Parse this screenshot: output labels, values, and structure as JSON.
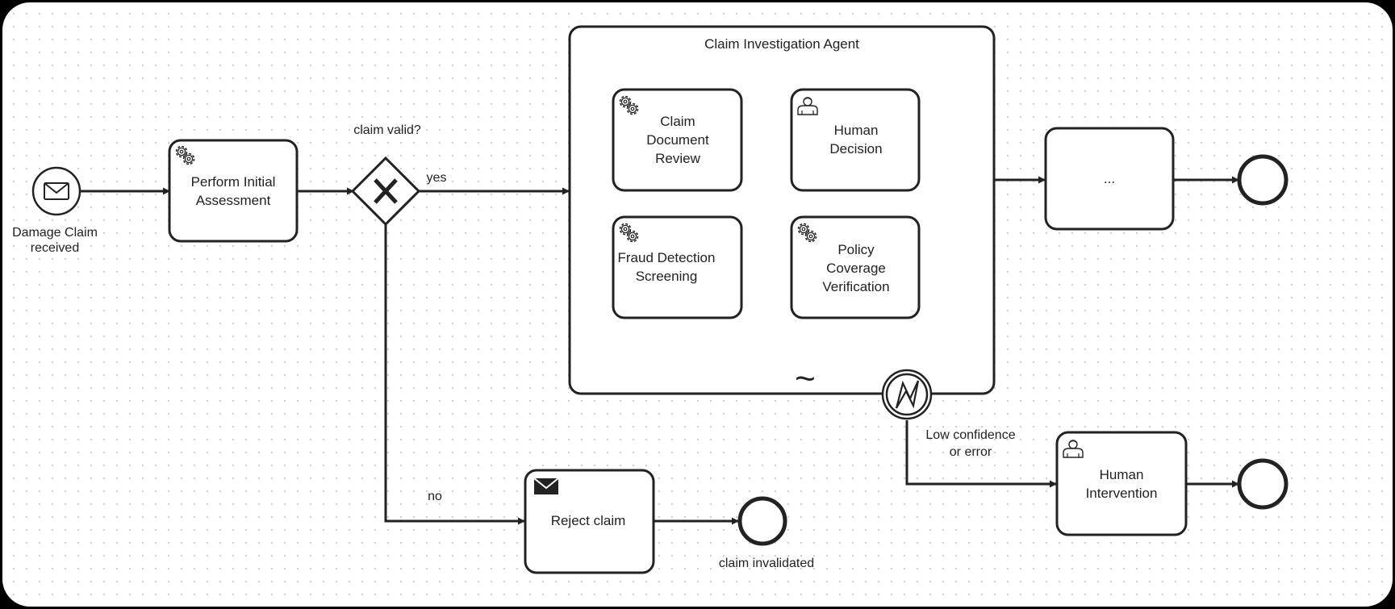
{
  "diagram": {
    "start_event_label": [
      "Damage Claim",
      "received"
    ],
    "initial_task_label": [
      "Perform Initial",
      "Assessment"
    ],
    "gateway_label": "claim valid?",
    "yes_label": "yes",
    "no_label": "no",
    "subprocess_title": "Claim Investigation Agent",
    "ad_hoc_marker": "~",
    "subtasks": {
      "claim_document_review": [
        "Claim",
        "Document",
        "Review"
      ],
      "human_decision": [
        "Human",
        "Decision"
      ],
      "fraud_detection": [
        "Fraud Detection",
        "Screening"
      ],
      "policy_coverage": [
        "Policy",
        "Coverage",
        "Verification"
      ]
    },
    "next_task_label": "...",
    "reject_task_label": "Reject claim",
    "reject_end_label": "claim invalidated",
    "error_condition_label": [
      "Low confidence",
      "or error"
    ],
    "human_intervention_label": [
      "Human",
      "Intervention"
    ]
  }
}
